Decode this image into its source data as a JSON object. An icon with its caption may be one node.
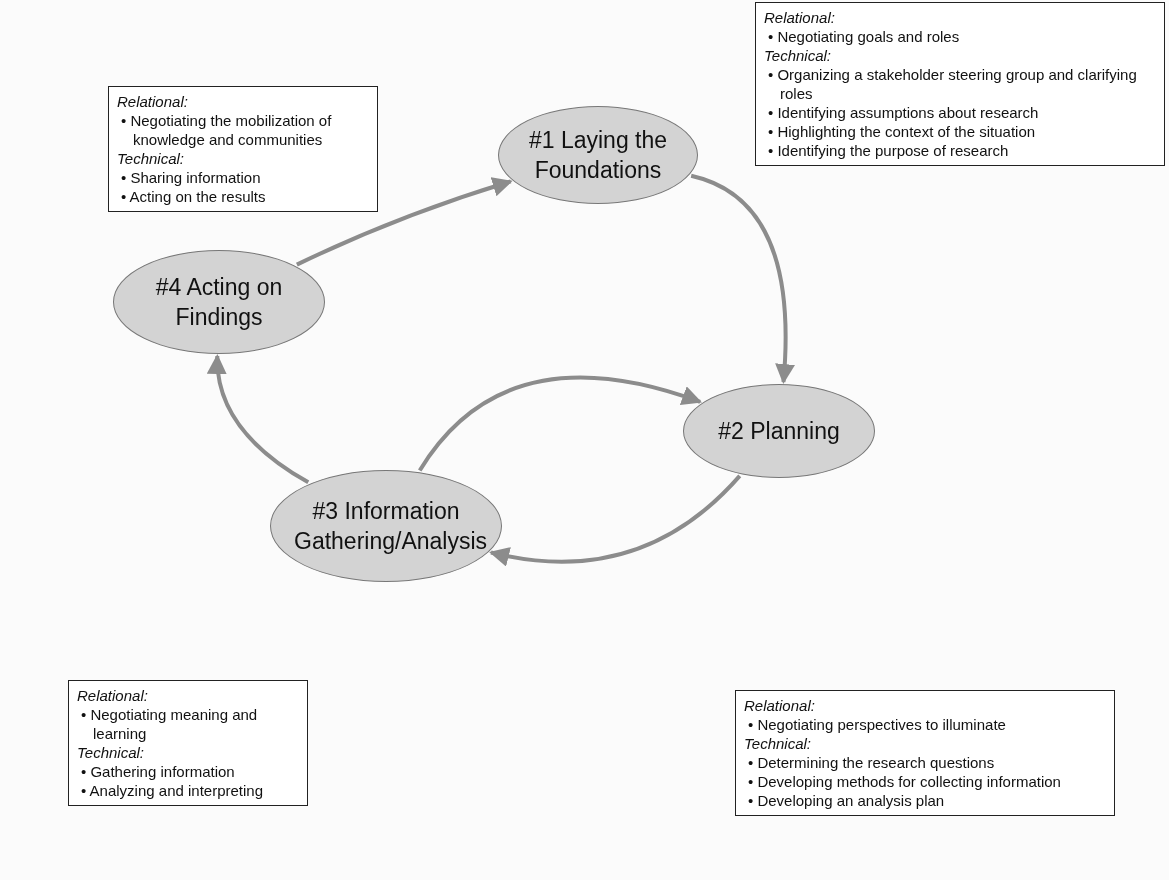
{
  "diagram": {
    "nodes": [
      {
        "text": [
          "Relational:",
          "• Negotiating goals and roles",
          "Technical:",
          "• Organizing a stakeholder steering group and clarifying roles",
          "• Identifying assumptions about research",
          "• Highlighting the context of the situation",
          "• Identifying the purpose of research"
        ]
      },
      {
        "text": [
          "Relational:",
          "• Negotiating the mobilization of knowledge and communities",
          "Technical:",
          "• Sharing information",
          "• Acting on the results"
        ]
      },
      {
        "text": [
          "#1 Laying the Foundations"
        ]
      },
      {
        "text": [
          "#4 Acting on Findings"
        ]
      },
      {
        "text": [
          "#2 Planning"
        ]
      },
      {
        "text": [
          "#3 Information Gathering/Analysis"
        ]
      },
      {
        "text": [
          "Relational:",
          "• Negotiating perspectives to illuminate",
          "Technical:",
          "• Determining the research questions",
          "• Developing methods for collecting information",
          "• Developing an analysis plan"
        ]
      },
      {
        "text": [
          "Relational:",
          "• Negotiating meaning and learning",
          "Technical:",
          "• Gathering information",
          "• Analyzing and interpreting"
        ]
      }
    ],
    "edges": [
      {
        "from": 2,
        "to": 4,
        "arrow": "to"
      },
      {
        "from": 4,
        "to": 5,
        "arrow": "to"
      },
      {
        "from": 5,
        "to": 3,
        "arrow": "to"
      },
      {
        "from": 3,
        "to": 2,
        "arrow": "to"
      },
      {
        "from": 5,
        "to": 4,
        "arrow": "to"
      }
    ]
  }
}
